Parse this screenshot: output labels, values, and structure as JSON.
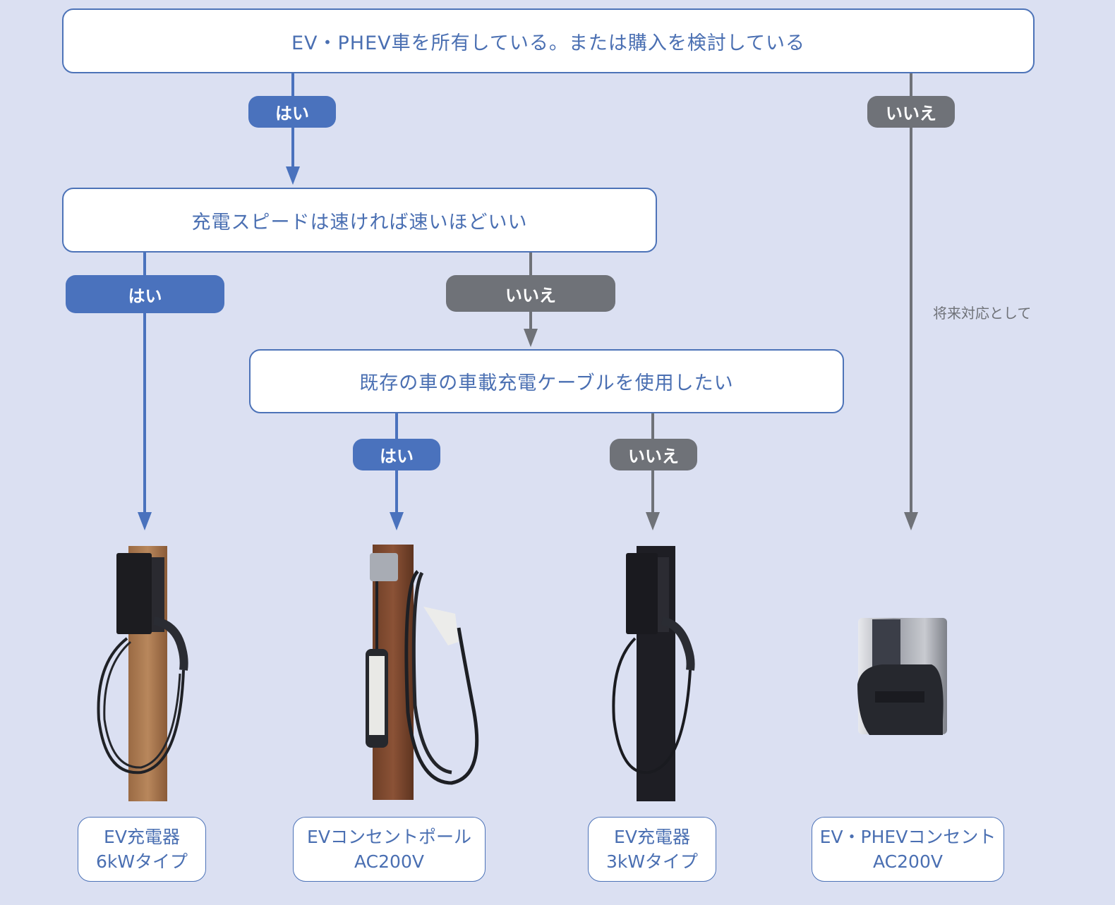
{
  "colors": {
    "background": "#dbe0f2",
    "yes": "#4a72bd",
    "no": "#6f7278",
    "question_text": "#4a6fb2",
    "box_border": "#4d73b8"
  },
  "questions": [
    {
      "id": "q1",
      "text": "EV・PHEV車を所有している。または購入を検討している"
    },
    {
      "id": "q2",
      "text": "充電スピードは速ければ速いほどいい"
    },
    {
      "id": "q3",
      "text": "既存の車の車載充電ケーブルを使用したい"
    }
  ],
  "answers": {
    "q1_yes": "はい",
    "q1_no": "いいえ",
    "q2_yes": "はい",
    "q2_no": "いいえ",
    "q3_yes": "はい",
    "q3_no": "いいえ"
  },
  "note": "将来対応として",
  "products": [
    {
      "line1": "EV充電器",
      "line2": "6kWタイプ",
      "image": "ev-charger-wood-pole"
    },
    {
      "line1": "EVコンセントポール",
      "line2": "AC200V",
      "image": "outlet-pole-with-cable"
    },
    {
      "line1": "EV充電器",
      "line2": "3kWタイプ",
      "image": "ev-charger-black-pole"
    },
    {
      "line1": "EV・PHEVコンセント",
      "line2": "AC200V",
      "image": "wall-outlet"
    }
  ]
}
